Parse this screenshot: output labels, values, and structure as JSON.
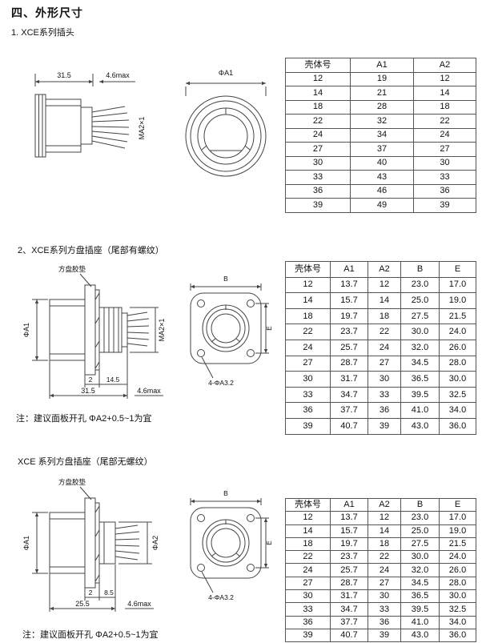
{
  "page": {
    "title": "四、外形尺寸"
  },
  "section1": {
    "heading": "1. XCE系列插头",
    "drawing": {
      "dim_length": "31.5",
      "dim_tail": "4.6max",
      "thread": "MA2×1",
      "dia_front": "ΦA1"
    },
    "table": {
      "headers": [
        "壳体号",
        "A1",
        "A2"
      ],
      "rows": [
        [
          "12",
          "19",
          "12"
        ],
        [
          "14",
          "21",
          "14"
        ],
        [
          "18",
          "28",
          "18"
        ],
        [
          "22",
          "32",
          "22"
        ],
        [
          "24",
          "34",
          "24"
        ],
        [
          "27",
          "37",
          "27"
        ],
        [
          "30",
          "40",
          "30"
        ],
        [
          "33",
          "43",
          "33"
        ],
        [
          "36",
          "46",
          "36"
        ],
        [
          "39",
          "49",
          "39"
        ]
      ]
    }
  },
  "section2": {
    "heading": "2、XCE系列方盘插座（尾部有螺纹）",
    "note": "注：建议面板开孔 ΦA2+0.5~1为宜",
    "drawing": {
      "gasket_label": "方盘胶垫",
      "dia_front": "ΦA1",
      "thread": "MA2×1",
      "dim_flange": "2",
      "dim_rear": "14.5",
      "dim_total": "31.5",
      "dim_tail": "4.6max",
      "flange_width": "B",
      "hole_pitch": "E",
      "holes": "4-ΦA3.2"
    },
    "table": {
      "headers": [
        "壳体号",
        "A1",
        "A2",
        "B",
        "E"
      ],
      "rows": [
        [
          "12",
          "13.7",
          "12",
          "23.0",
          "17.0"
        ],
        [
          "14",
          "15.7",
          "14",
          "25.0",
          "19.0"
        ],
        [
          "18",
          "19.7",
          "18",
          "27.5",
          "21.5"
        ],
        [
          "22",
          "23.7",
          "22",
          "30.0",
          "24.0"
        ],
        [
          "24",
          "25.7",
          "24",
          "32.0",
          "26.0"
        ],
        [
          "27",
          "28.7",
          "27",
          "34.5",
          "28.0"
        ],
        [
          "30",
          "31.7",
          "30",
          "36.5",
          "30.0"
        ],
        [
          "33",
          "34.7",
          "33",
          "39.5",
          "32.5"
        ],
        [
          "36",
          "37.7",
          "36",
          "41.0",
          "34.0"
        ],
        [
          "39",
          "40.7",
          "39",
          "43.0",
          "36.0"
        ]
      ]
    }
  },
  "section3": {
    "heading": "XCE 系列方盘插座（尾部无螺纹）",
    "note": "注：建议面板开孔 ΦA2+0.5~1为宜",
    "drawing": {
      "gasket_label": "方盘胶垫",
      "dia_front": "ΦA1",
      "dia_rear": "ΦA2",
      "dim_flange": "2",
      "dim_rear": "8.5",
      "dim_total": "25.5",
      "dim_tail": "4.6max",
      "flange_width": "B",
      "hole_pitch": "E",
      "holes": "4-ΦA3.2"
    },
    "table": {
      "headers": [
        "壳体号",
        "A1",
        "A2",
        "B",
        "E"
      ],
      "rows": [
        [
          "12",
          "13.7",
          "12",
          "23.0",
          "17.0"
        ],
        [
          "14",
          "15.7",
          "14",
          "25.0",
          "19.0"
        ],
        [
          "18",
          "19.7",
          "18",
          "27.5",
          "21.5"
        ],
        [
          "22",
          "23.7",
          "22",
          "30.0",
          "24.0"
        ],
        [
          "24",
          "25.7",
          "24",
          "32.0",
          "26.0"
        ],
        [
          "27",
          "28.7",
          "27",
          "34.5",
          "28.0"
        ],
        [
          "30",
          "31.7",
          "30",
          "36.5",
          "30.0"
        ],
        [
          "33",
          "34.7",
          "33",
          "39.5",
          "32.5"
        ],
        [
          "36",
          "37.7",
          "36",
          "41.0",
          "34.0"
        ],
        [
          "39",
          "40.7",
          "39",
          "43.0",
          "36.0"
        ]
      ]
    }
  }
}
